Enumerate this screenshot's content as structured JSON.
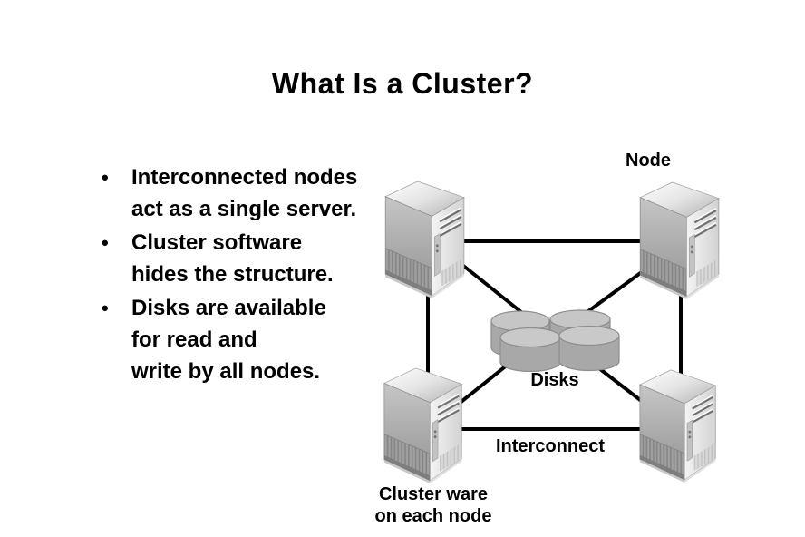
{
  "slide": {
    "title": "What Is a Cluster?",
    "bullet_char": "•",
    "bullets": [
      {
        "lines": [
          "Interconnected nodes",
          "act as a single server."
        ]
      },
      {
        "lines": [
          "Cluster software",
          "hides the structure."
        ]
      },
      {
        "lines": [
          "Disks are available",
          "for read and",
          "write by all nodes."
        ]
      }
    ]
  },
  "diagram": {
    "labels": {
      "node": "Node",
      "disks": "Disks",
      "interconnect": "Interconnect",
      "clusterware_line1": "Cluster ware",
      "clusterware_line2": "on each node"
    },
    "colors": {
      "background": "#ffffff",
      "text": "#000000",
      "connector": "#000000",
      "disk_body": "#a8a8a8",
      "disk_top": "#c6c6c6",
      "tower_front": "#ececec",
      "tower_side": "#a8a8a8"
    }
  }
}
